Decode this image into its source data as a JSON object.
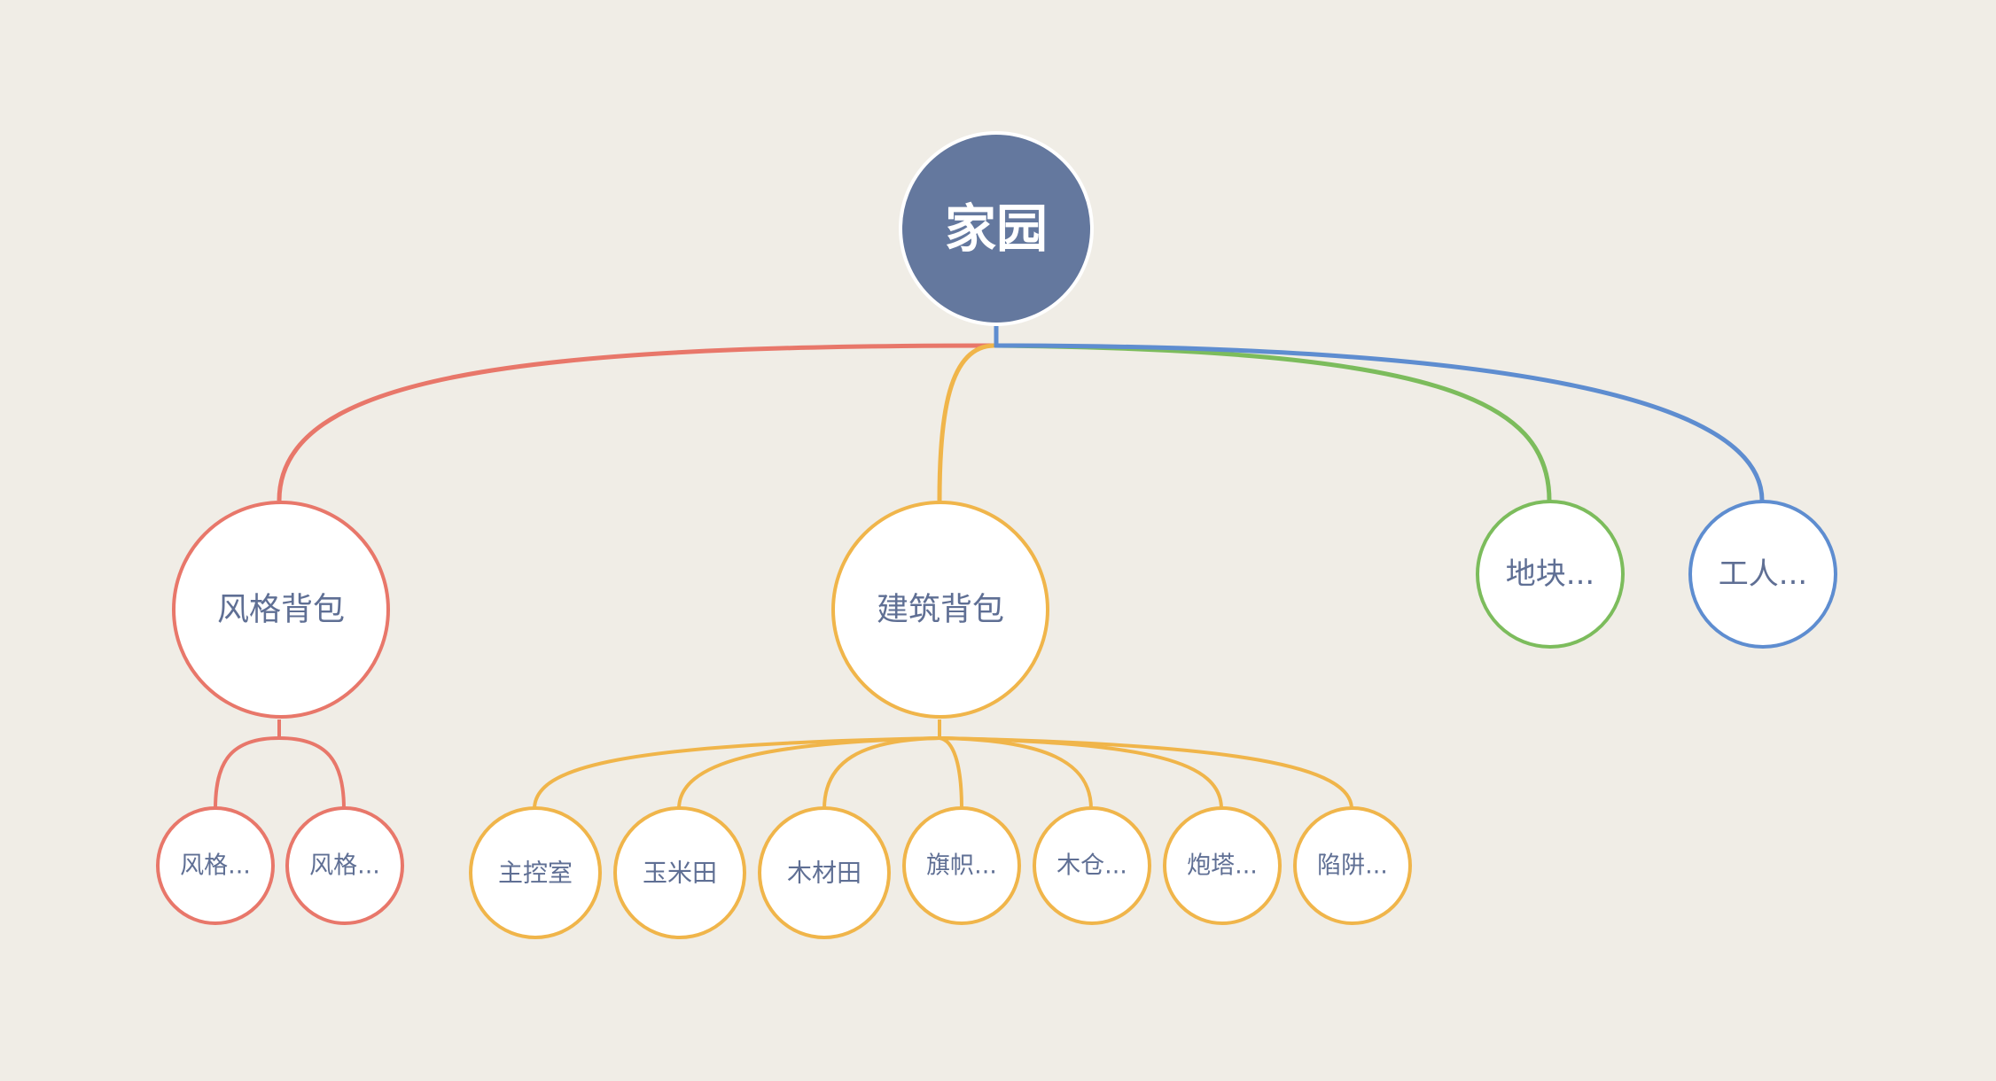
{
  "root": {
    "label": "家园",
    "fill": "#64789e"
  },
  "branches": [
    {
      "label": "风格背包",
      "color": "#e8776a",
      "children": [
        {
          "label": "风格..."
        },
        {
          "label": "风格..."
        }
      ]
    },
    {
      "label": "建筑背包",
      "color": "#f0b54a",
      "children": [
        {
          "label": "主控室"
        },
        {
          "label": "玉米田"
        },
        {
          "label": "木材田"
        },
        {
          "label": "旗帜..."
        },
        {
          "label": "木仓..."
        },
        {
          "label": "炮塔..."
        },
        {
          "label": "陷阱..."
        }
      ]
    },
    {
      "label": "地块...",
      "color": "#7cbc5c",
      "children": []
    },
    {
      "label": "工人...",
      "color": "#5e8dd0",
      "children": []
    }
  ],
  "colors": {
    "background": "#f0ede6",
    "node_fill": "#ffffff",
    "text": "#5f6f94"
  }
}
